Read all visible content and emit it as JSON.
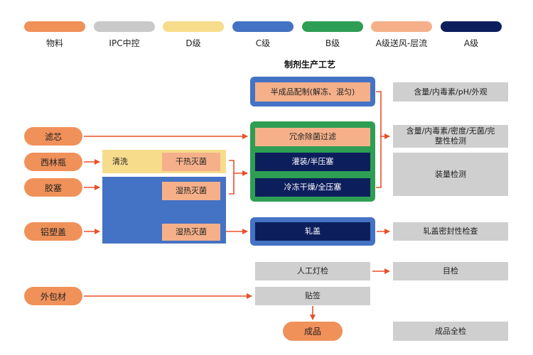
{
  "legend": [
    {
      "label": "物料",
      "color": "#f0915a"
    },
    {
      "label": "IPC中控",
      "color": "#c9c9c9"
    },
    {
      "label": "D级",
      "color": "#f7dc8c"
    },
    {
      "label": "C级",
      "color": "#4472c4"
    },
    {
      "label": "B级",
      "color": "#2e9e54"
    },
    {
      "label": "A级送风-层流",
      "color": "#f5b08a"
    },
    {
      "label": "A级",
      "color": "#0d1e5c"
    }
  ],
  "title": "制剂生产工艺",
  "materials": {
    "filter": "滤芯",
    "vial": "西林瓶",
    "stopper": "胶塞",
    "cap": "铝塑盖",
    "outer_pack": "外包材"
  },
  "processes": {
    "wash": "清洗",
    "dry_heat": "干热灭菌",
    "moist_heat_1": "湿热灭菌",
    "moist_heat_2": "湿热灭菌",
    "compounding": "半成品配制(解冻、混匀)",
    "redundant_filter": "冗余除菌过滤",
    "filling": "灌装/半压塞",
    "lyophilization": "冷冻干燥/全压塞",
    "capping": "轧盖",
    "visual_inspection": "人工灯检",
    "labeling": "贴签",
    "finished_product": "成品"
  },
  "ipc": {
    "ipc1": "含量/内毒素/pH/外观",
    "ipc2": "含量/内毒素/密度/无菌/完整性检测",
    "ipc3": "装量检测",
    "ipc4": "轧盖密封性检查",
    "ipc5": "目检",
    "ipc6": "成品全检"
  }
}
